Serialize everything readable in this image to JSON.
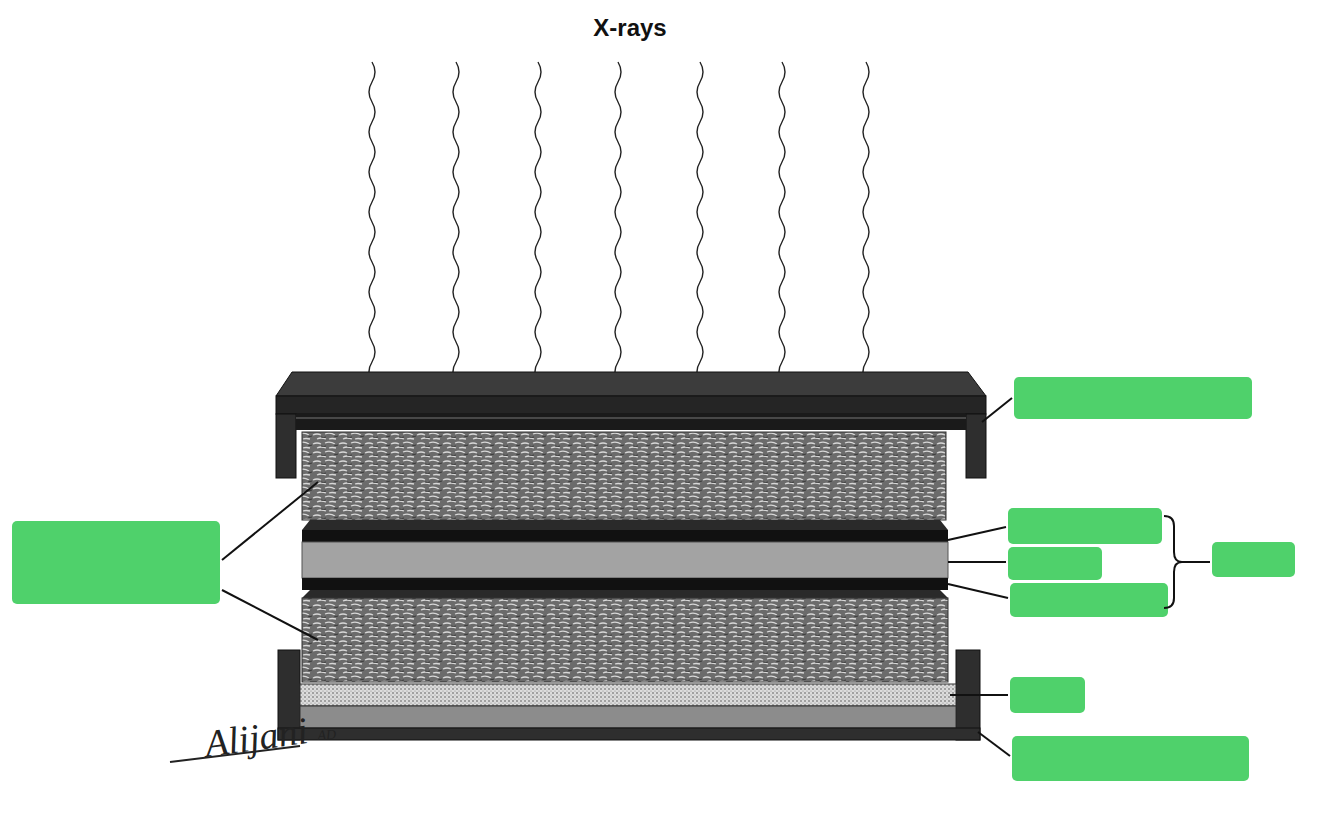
{
  "diagram": {
    "title": "X-rays",
    "labels": [
      "Alijani",
      "AD"
    ]
  }
}
